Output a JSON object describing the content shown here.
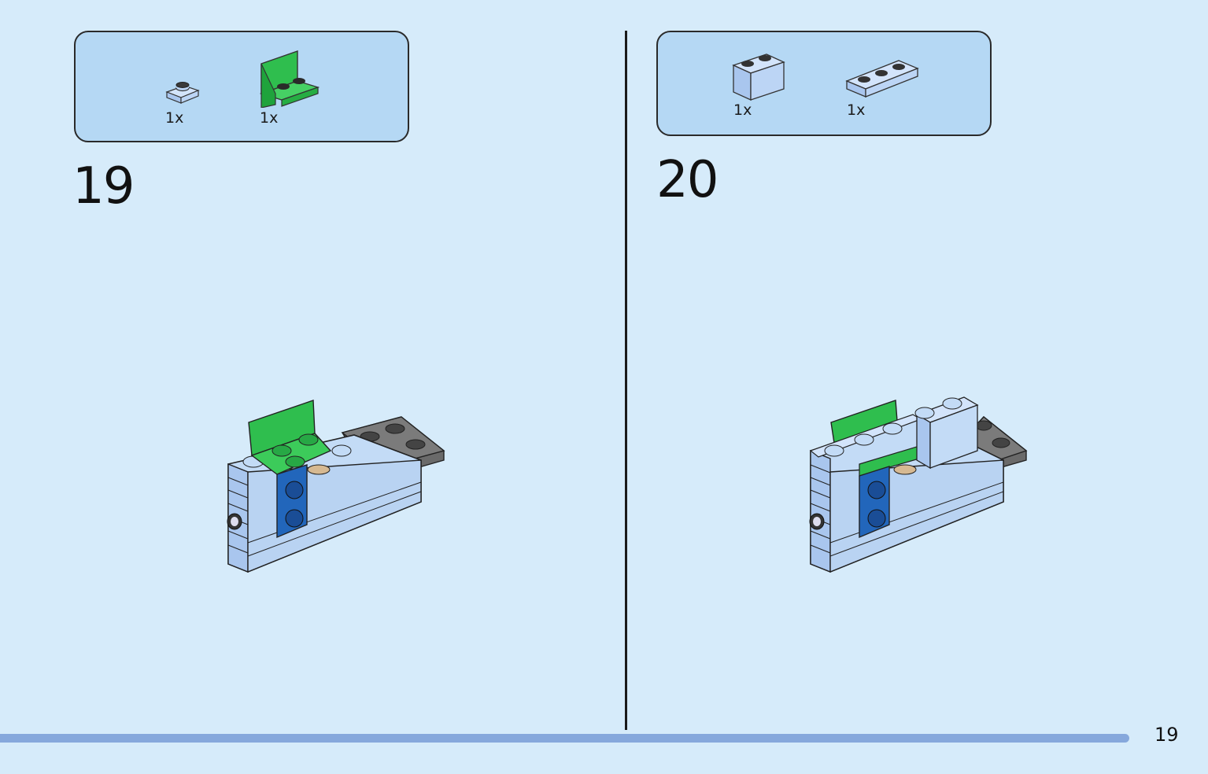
{
  "steps": [
    {
      "number": "19",
      "parts": [
        {
          "icon": "light-blue-1x1-plate-icon",
          "qty": "1x"
        },
        {
          "icon": "green-bracket-icon",
          "qty": "1x"
        }
      ]
    },
    {
      "number": "20",
      "parts": [
        {
          "icon": "light-blue-1x2-brick-icon",
          "qty": "1x"
        },
        {
          "icon": "light-blue-1x3-plate-icon",
          "qty": "1x"
        }
      ]
    }
  ],
  "page_number": "19",
  "colors": {
    "background": "#d6ebfa",
    "parts_box": "#b5d8f4",
    "light_blue_brick": "#b9d3f2",
    "green_brick": "#2db84a",
    "dark_blue_brick": "#1f5fb0",
    "dark_gray_plate": "#5f5f5f",
    "progress_bar": "#86a8dc"
  }
}
